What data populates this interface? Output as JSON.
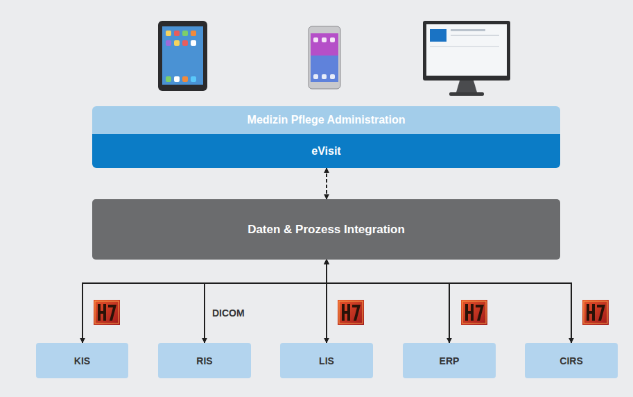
{
  "diagram": {
    "nodes": [
      {
        "text": [
          "Medizin Pflege Administration"
        ]
      },
      {
        "text": [
          "eVisit"
        ]
      },
      {
        "text": [
          "Daten & Prozess Integration"
        ]
      },
      {
        "text": [
          "KIS"
        ]
      },
      {
        "text": [
          "RIS"
        ]
      },
      {
        "text": [
          "LIS"
        ]
      },
      {
        "text": [
          "ERP"
        ]
      },
      {
        "text": [
          "CIRS"
        ]
      }
    ],
    "edges": [
      {
        "from": 1,
        "to": 2,
        "arrow": "both"
      },
      {
        "from": 2,
        "to": 3,
        "arrow": "both"
      },
      {
        "from": 2,
        "to": 4,
        "arrow": "both",
        "label": "DICOM"
      },
      {
        "from": 2,
        "to": 5,
        "arrow": "both"
      },
      {
        "from": 2,
        "to": 6,
        "arrow": "both"
      },
      {
        "from": 2,
        "to": 7,
        "arrow": "both"
      }
    ]
  }
}
